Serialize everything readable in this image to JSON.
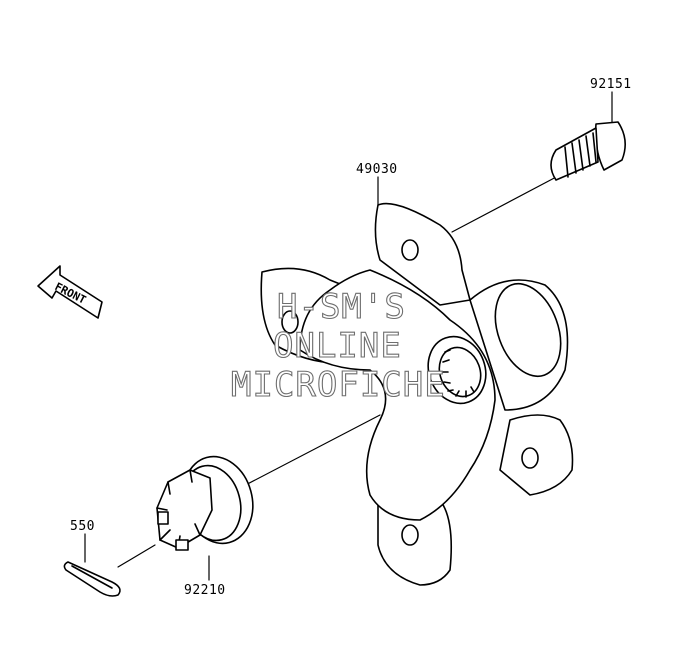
{
  "front_arrow": {
    "label": "FRONT"
  },
  "labels": {
    "bolt": "92151",
    "hub": "49030",
    "pin": "550",
    "nut": "92210"
  },
  "watermark": {
    "line1": "H-SM'S",
    "line2": "ONLINE",
    "line3": "MICROFICHE"
  }
}
